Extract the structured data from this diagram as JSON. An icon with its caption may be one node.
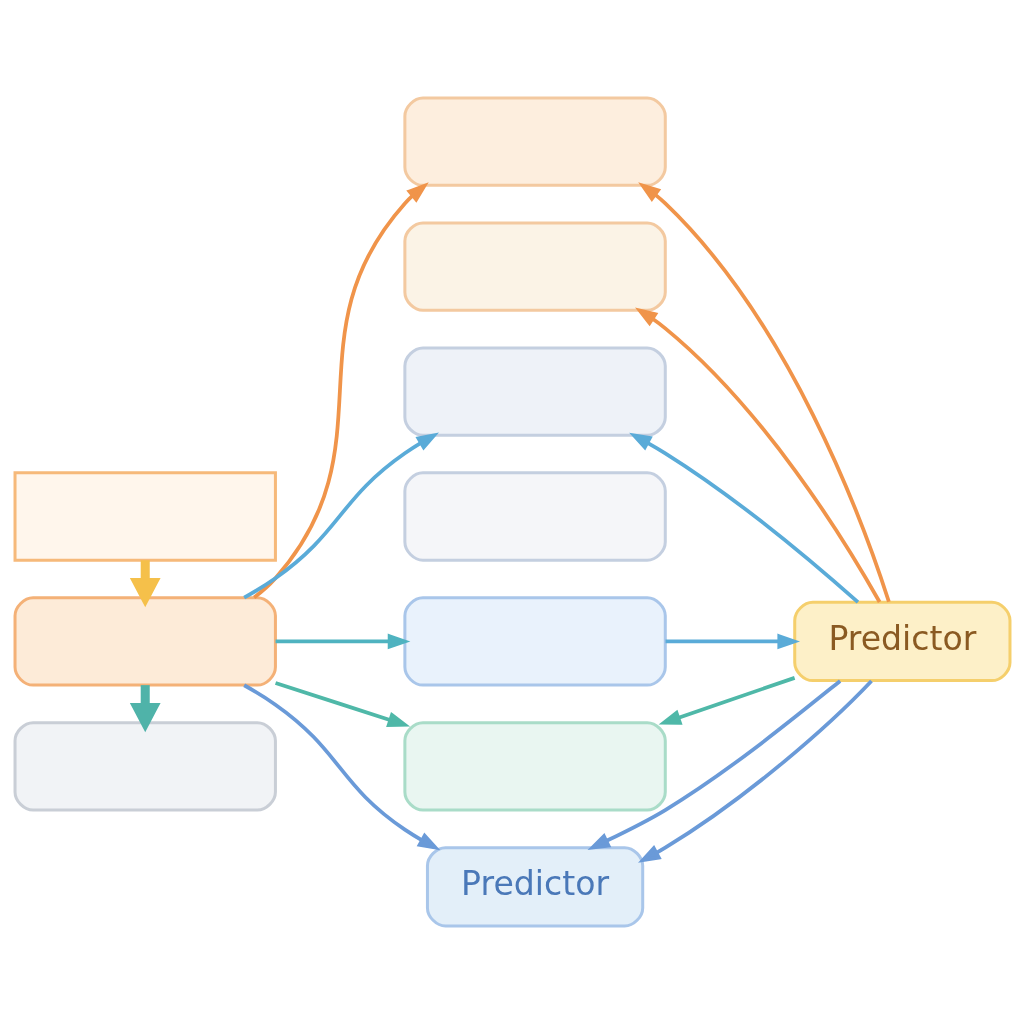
{
  "diagram": {
    "nodes": [
      {
        "text": [],
        "shape": "bar"
      },
      {
        "text": [],
        "shape": "box"
      },
      {
        "text": [],
        "shape": "box"
      },
      {
        "text": [],
        "shape": "box"
      },
      {
        "text": [],
        "shape": "box"
      },
      {
        "text": [],
        "shape": "box"
      },
      {
        "text": [],
        "shape": "box"
      },
      {
        "text": [],
        "shape": "box"
      },
      {
        "text": [],
        "shape": "box"
      },
      {
        "text": [
          "Predictor"
        ]
      },
      {
        "text": [
          "Predictor"
        ]
      }
    ],
    "edges": [
      {
        "from": 0,
        "to": 1,
        "arrow": "to",
        "style": "thick",
        "color": "#f5c04a"
      },
      {
        "from": 1,
        "to": 2,
        "arrow": "to",
        "style": "thick",
        "color": "#4fb3a9"
      },
      {
        "from": 1,
        "to": 3,
        "arrow": "to",
        "color": "#f0944a"
      },
      {
        "from": 1,
        "to": 5,
        "arrow": "to",
        "color": "#5aabd8"
      },
      {
        "from": 1,
        "to": 7,
        "arrow": "to",
        "color": "#4fb3c0"
      },
      {
        "from": 1,
        "to": 8,
        "arrow": "to",
        "color": "#4fb8a8"
      },
      {
        "from": 1,
        "to": 9,
        "arrow": "to",
        "color": "#6a9ad8"
      },
      {
        "from": 7,
        "to": 10,
        "arrow": "to",
        "color": "#5aabd8"
      },
      {
        "from": 10,
        "to": 3,
        "arrow": "to",
        "color": "#f0944a"
      },
      {
        "from": 10,
        "to": 4,
        "arrow": "to",
        "color": "#f0944a"
      },
      {
        "from": 10,
        "to": 5,
        "arrow": "to",
        "color": "#5aabd8"
      },
      {
        "from": 10,
        "to": 8,
        "arrow": "to",
        "color": "#4fb8a8"
      },
      {
        "from": 10,
        "to": 9,
        "arrow": "to",
        "color": "#6a9ad8"
      },
      {
        "from": 10,
        "to": 9,
        "arrow": "to",
        "color": "#6a9ad8"
      }
    ]
  }
}
